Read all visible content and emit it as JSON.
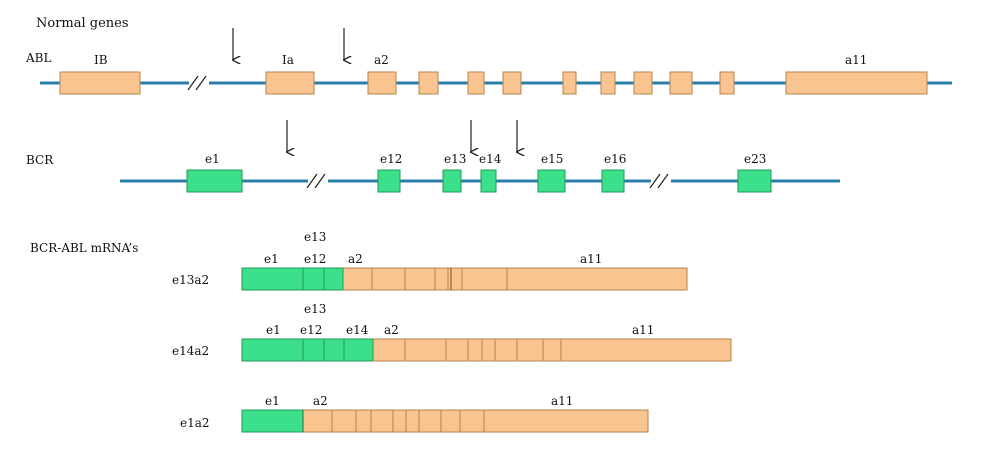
{
  "title": "Normal genes",
  "colors": {
    "abl": "#f9c48f",
    "bcr": "#3de08a",
    "backbone": "#2a7fa8",
    "outline": "#9a6a3a"
  },
  "genes": [
    {
      "label": "ABL",
      "exons": [
        "IB",
        "Ia",
        "a2",
        "",
        "",
        "",
        "",
        "",
        "",
        "",
        "",
        "a11"
      ],
      "breaks": 1
    },
    {
      "label": "BCR",
      "exons": [
        "e1",
        "e12",
        "e13",
        "e14",
        "e15",
        "e16",
        "e23"
      ],
      "breaks": 2
    }
  ],
  "mrna_title": "BCR-ABL mRNA’s",
  "transcripts": [
    {
      "name": "e13a2",
      "labels": [
        "e1",
        "e12",
        "e13",
        "a2",
        "a11"
      ]
    },
    {
      "name": "e14a2",
      "labels": [
        "e1",
        "e12",
        "e13",
        "e14",
        "a2",
        "a11"
      ]
    },
    {
      "name": "e1a2",
      "labels": [
        "e1",
        "a2",
        "a11"
      ]
    }
  ]
}
